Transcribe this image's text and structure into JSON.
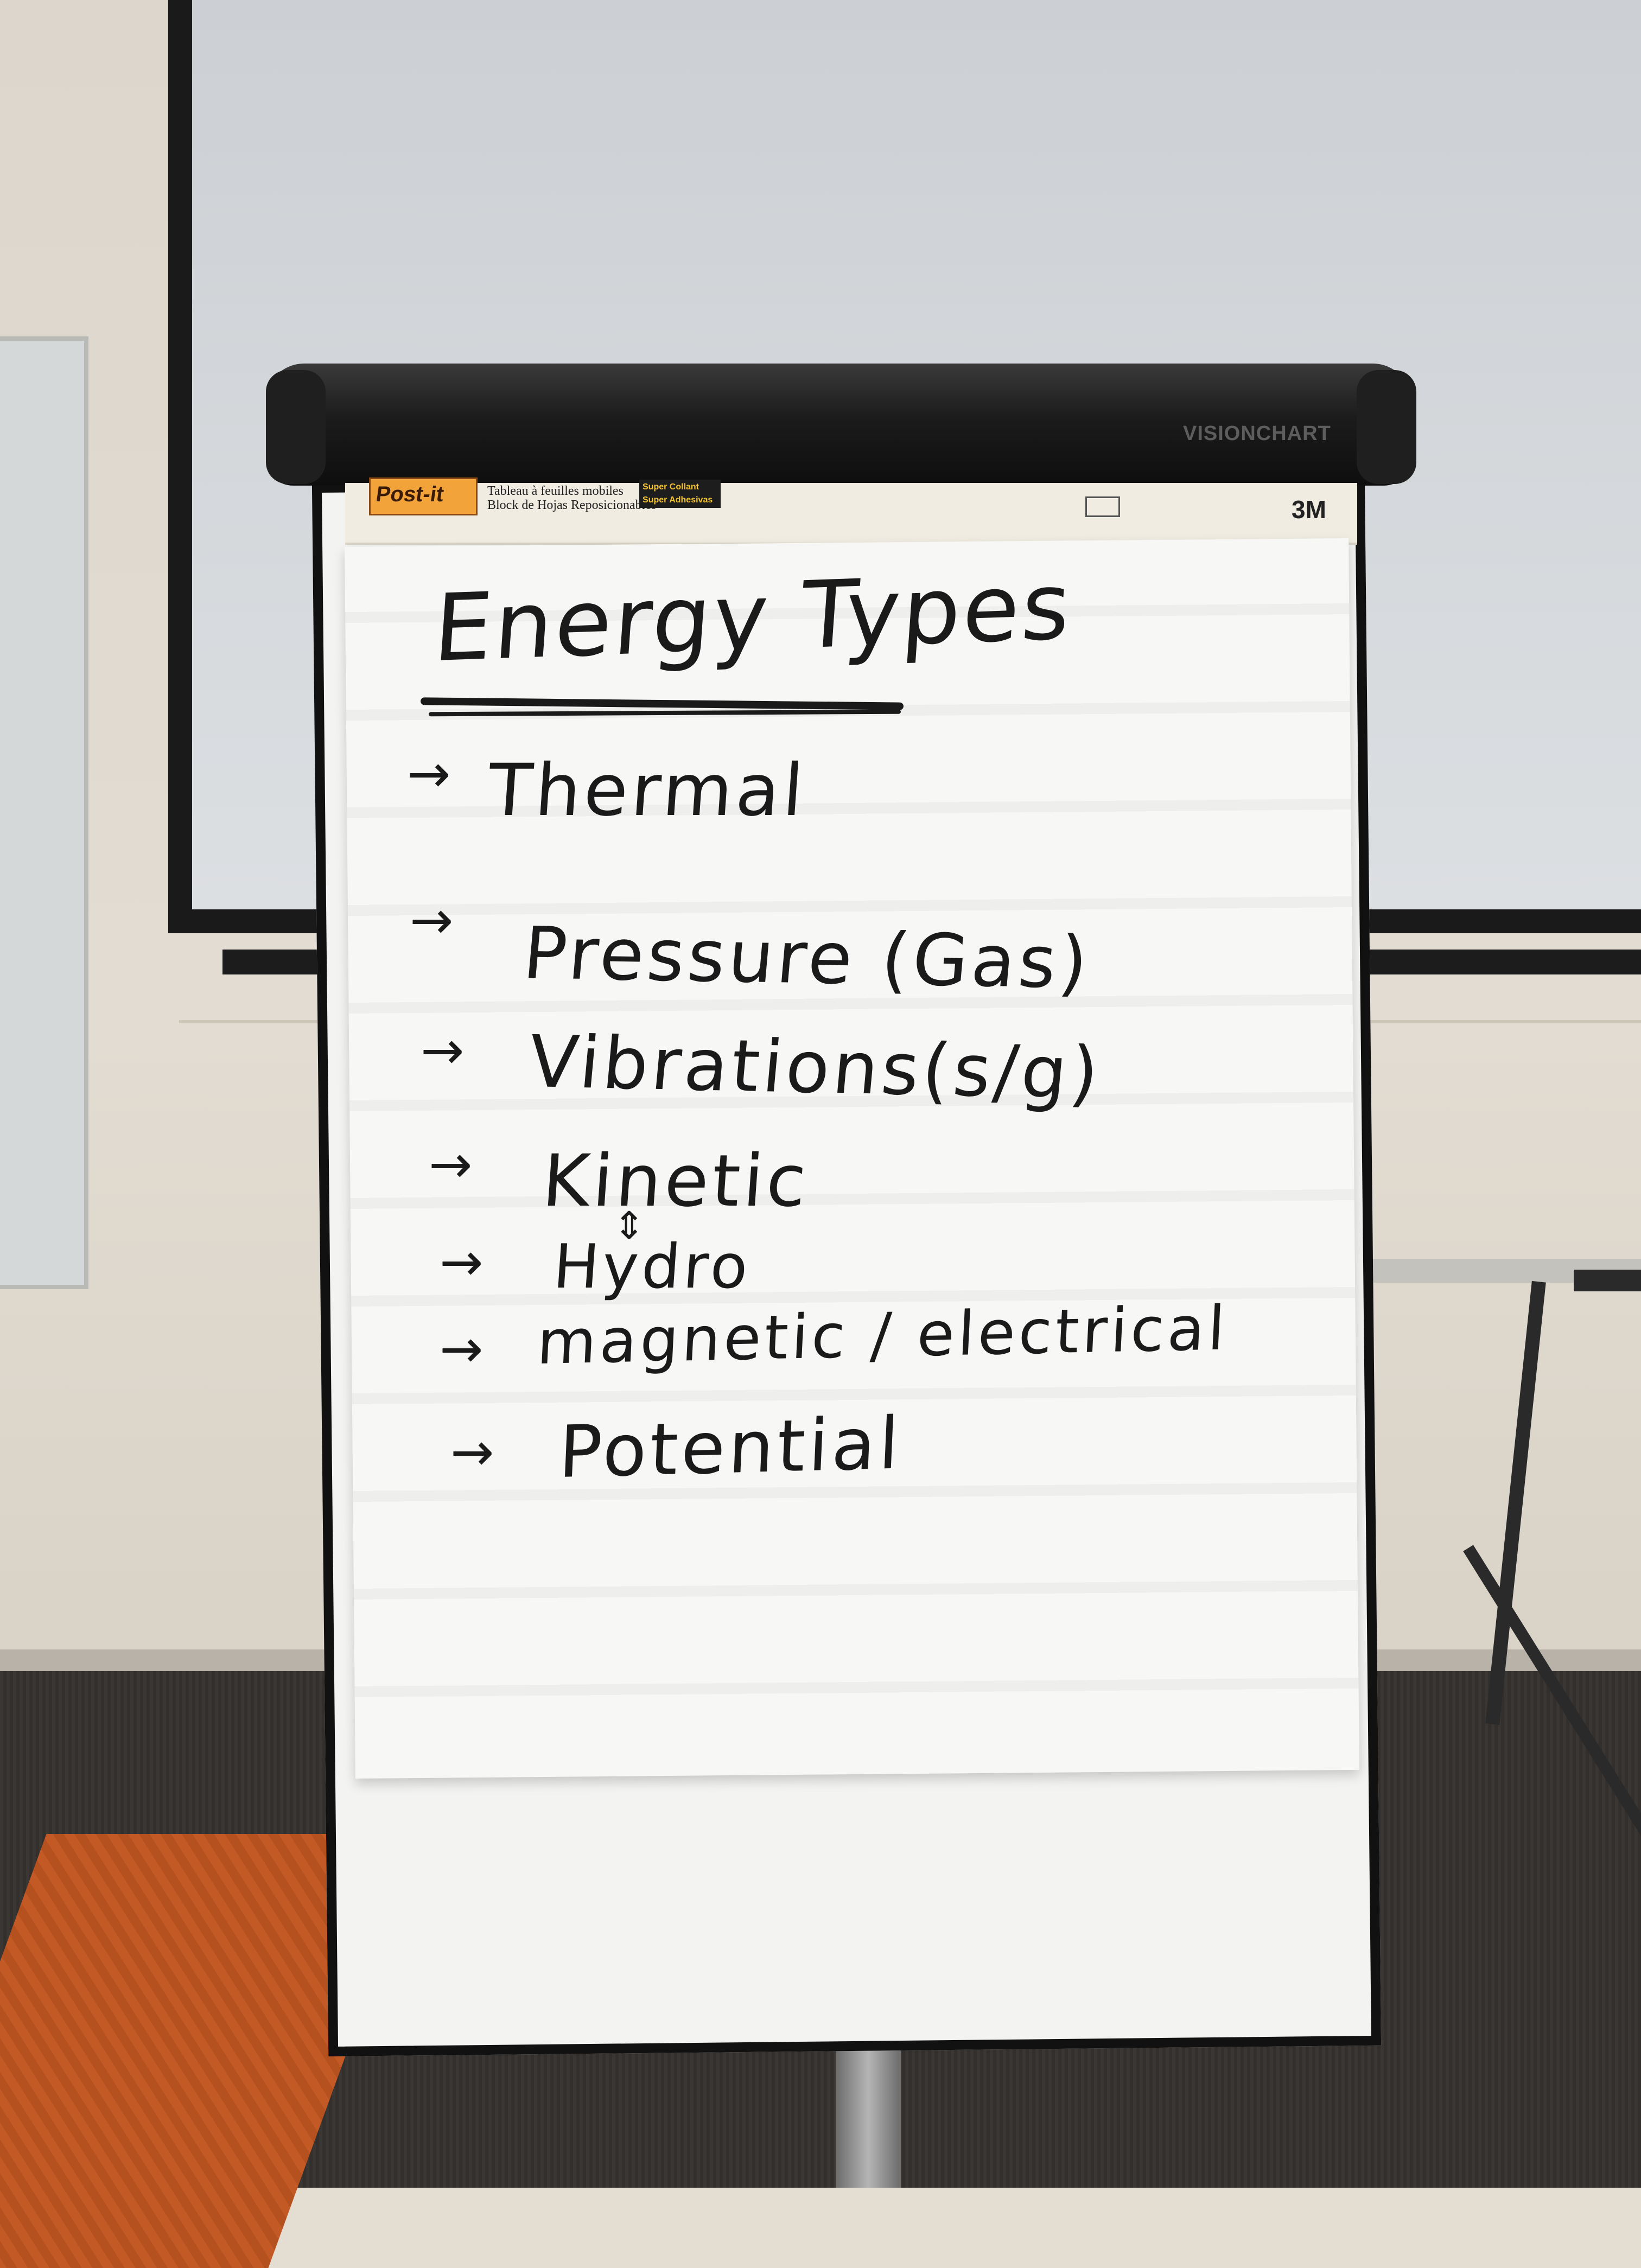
{
  "flipchart": {
    "brand": "VISIONCHART",
    "pad": {
      "logo": "Post-it",
      "line1": "Tableau à feuilles mobiles",
      "line2": "Block de Hojas Reposicionables",
      "tag_line1": "Super Collant",
      "tag_line2": "Super Adhesivas",
      "maker": "3M"
    },
    "sheet": {
      "title": "Energy Types",
      "bullet": "→",
      "items": [
        "Thermal",
        "Pressure (Gas)",
        "Vibrations(s/g)",
        "Kinetic",
        "Hydro",
        "magnetic / electrical",
        "Potential"
      ],
      "between_marker": "⇕"
    }
  }
}
